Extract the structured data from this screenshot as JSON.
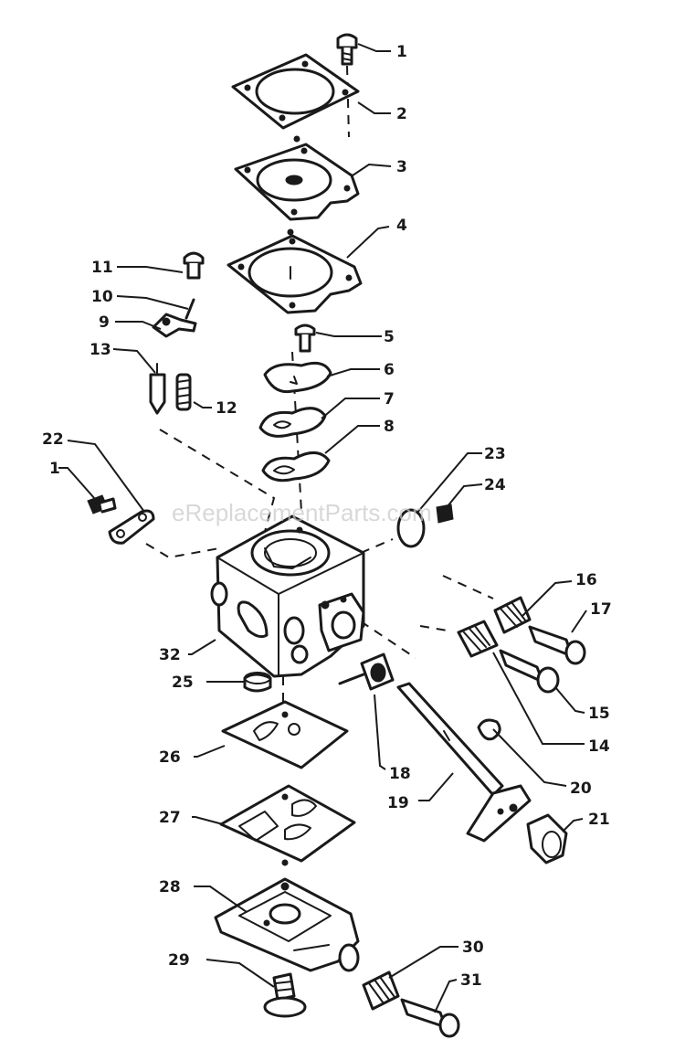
{
  "diagram": {
    "watermark": "eReplacementParts.com",
    "callouts": {
      "c1a": "1",
      "c2": "2",
      "c3": "3",
      "c4": "4",
      "c5": "5",
      "c6": "6",
      "c7": "7",
      "c8": "8",
      "c9": "9",
      "c10": "10",
      "c11": "11",
      "c12": "12",
      "c13": "13",
      "c14": "14",
      "c15": "15",
      "c16": "16",
      "c17": "17",
      "c18": "18",
      "c19": "19",
      "c20": "20",
      "c21": "21",
      "c22": "22",
      "c1b": "1",
      "c23": "23",
      "c24": "24",
      "c25": "25",
      "c26": "26",
      "c27": "27",
      "c28": "28",
      "c29": "29",
      "c30": "30",
      "c31": "31",
      "c32": "32"
    },
    "colors": {
      "ink": "#1a1a1a",
      "paper": "#ffffff",
      "watermark": "#c8c8c8"
    }
  }
}
